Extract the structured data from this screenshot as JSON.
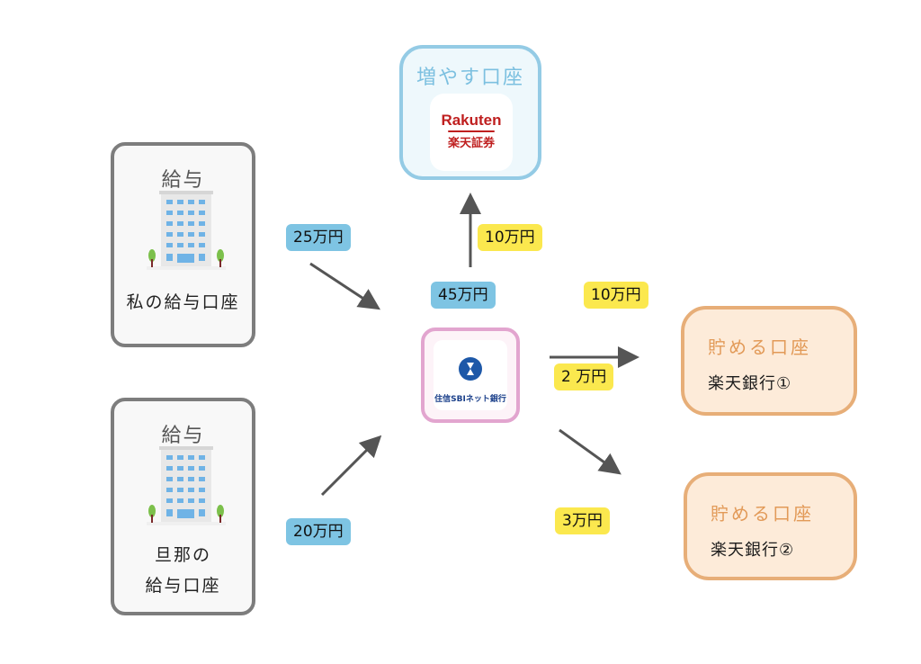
{
  "diagram": {
    "sources": [
      {
        "id": "my-salary",
        "title": "給与",
        "account_lines": [
          "私の給与口座"
        ]
      },
      {
        "id": "husband-salary",
        "title": "給与",
        "account_lines": [
          "旦那の",
          "給与口座"
        ]
      }
    ],
    "hub": {
      "logo_text": "住信SBIネット銀行",
      "label": "45万円"
    },
    "invest": {
      "title": "増やす口座",
      "logo_en": "Rakuten",
      "logo_jp": "楽天証券"
    },
    "savings": [
      {
        "title": "貯める口座",
        "bank": "楽天銀行①"
      },
      {
        "title": "貯める口座",
        "bank": "楽天銀行②"
      }
    ],
    "flows": [
      {
        "from": "私の給与口座",
        "to": "住信SBIネット銀行",
        "amount": "25万円",
        "color": "blue"
      },
      {
        "from": "旦那の給与口座",
        "to": "住信SBIネット銀行",
        "amount": "20万円",
        "color": "blue"
      },
      {
        "from": "住信SBIネット銀行",
        "to": "増やす口座 楽天証券",
        "amount": "10万円",
        "color": "yellow"
      },
      {
        "from": "住信SBIネット銀行",
        "to": "楽天銀行①",
        "amount": "10万円",
        "color": "yellow"
      },
      {
        "from": "住信SBIネット銀行",
        "to": "楽天銀行①",
        "amount": "2 万円",
        "color": "yellow"
      },
      {
        "from": "住信SBIネット銀行",
        "to": "楽天銀行②",
        "amount": "3万円",
        "color": "yellow"
      }
    ],
    "colors": {
      "income_tag": "#7ec4e3",
      "transfer_tag": "#fbe84e",
      "invest_border": "#94cbe5",
      "hub_border": "#e2a5cf",
      "savings_border": "#e7ae78",
      "source_border": "#7d7d7d",
      "arrow": "#555555"
    }
  }
}
